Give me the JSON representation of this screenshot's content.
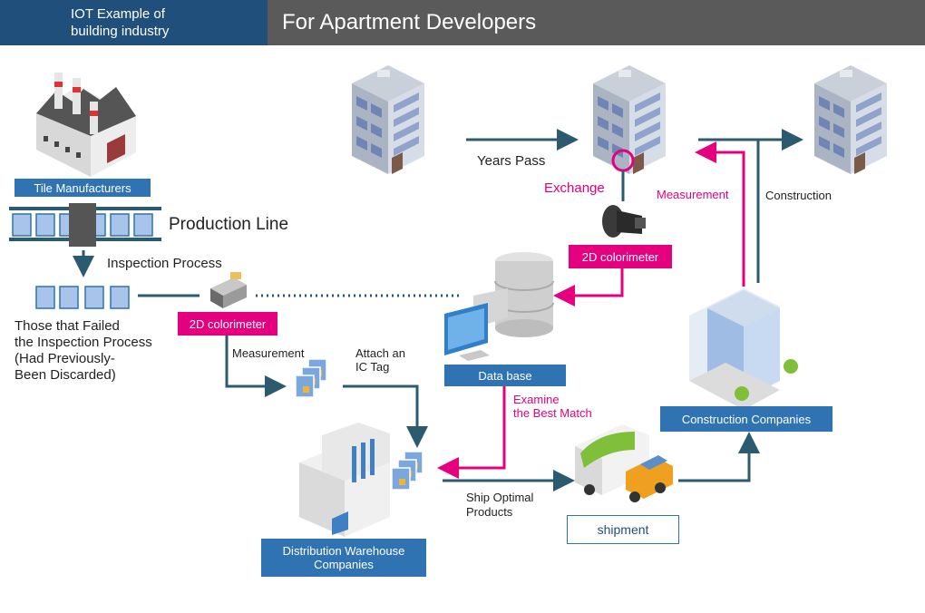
{
  "header": {
    "left_line1": "IOT Example of",
    "left_line2": "building industry",
    "title": "For Apartment Developers"
  },
  "labels": {
    "tile_manufacturers": "Tile Manufacturers",
    "production_line": "Production Line",
    "inspection_process": "Inspection Process",
    "failed_1": "Those that Failed",
    "failed_2": "the Inspection Process",
    "failed_3": "(Had Previously-",
    "failed_4": "Been Discarded)",
    "colorimeter_left": "2D colorimeter",
    "measurement_left": "Measurement",
    "attach_1": "Attach an",
    "attach_2": "IC Tag",
    "database": "Data base",
    "examine_1": "Examine",
    "examine_2": "the Best Match",
    "years_pass": "Years Pass",
    "exchange": "Exchange",
    "measurement_right": "Measurement",
    "construction": "Construction",
    "colorimeter_right": "2D colorimeter",
    "construction_companies": "Construction Companies",
    "distribution_1": "Distribution Warehouse",
    "distribution_2": "Companies",
    "ship_1": "Ship Optimal",
    "ship_2": "Products",
    "shipment": "shipment"
  },
  "colors": {
    "header_blue": "#1f4f7a",
    "header_gray": "#5a5a5a",
    "box_blue": "#2f73b3",
    "flow_arrow": "#2c5a6e",
    "accent_magenta": "#e4007f"
  }
}
